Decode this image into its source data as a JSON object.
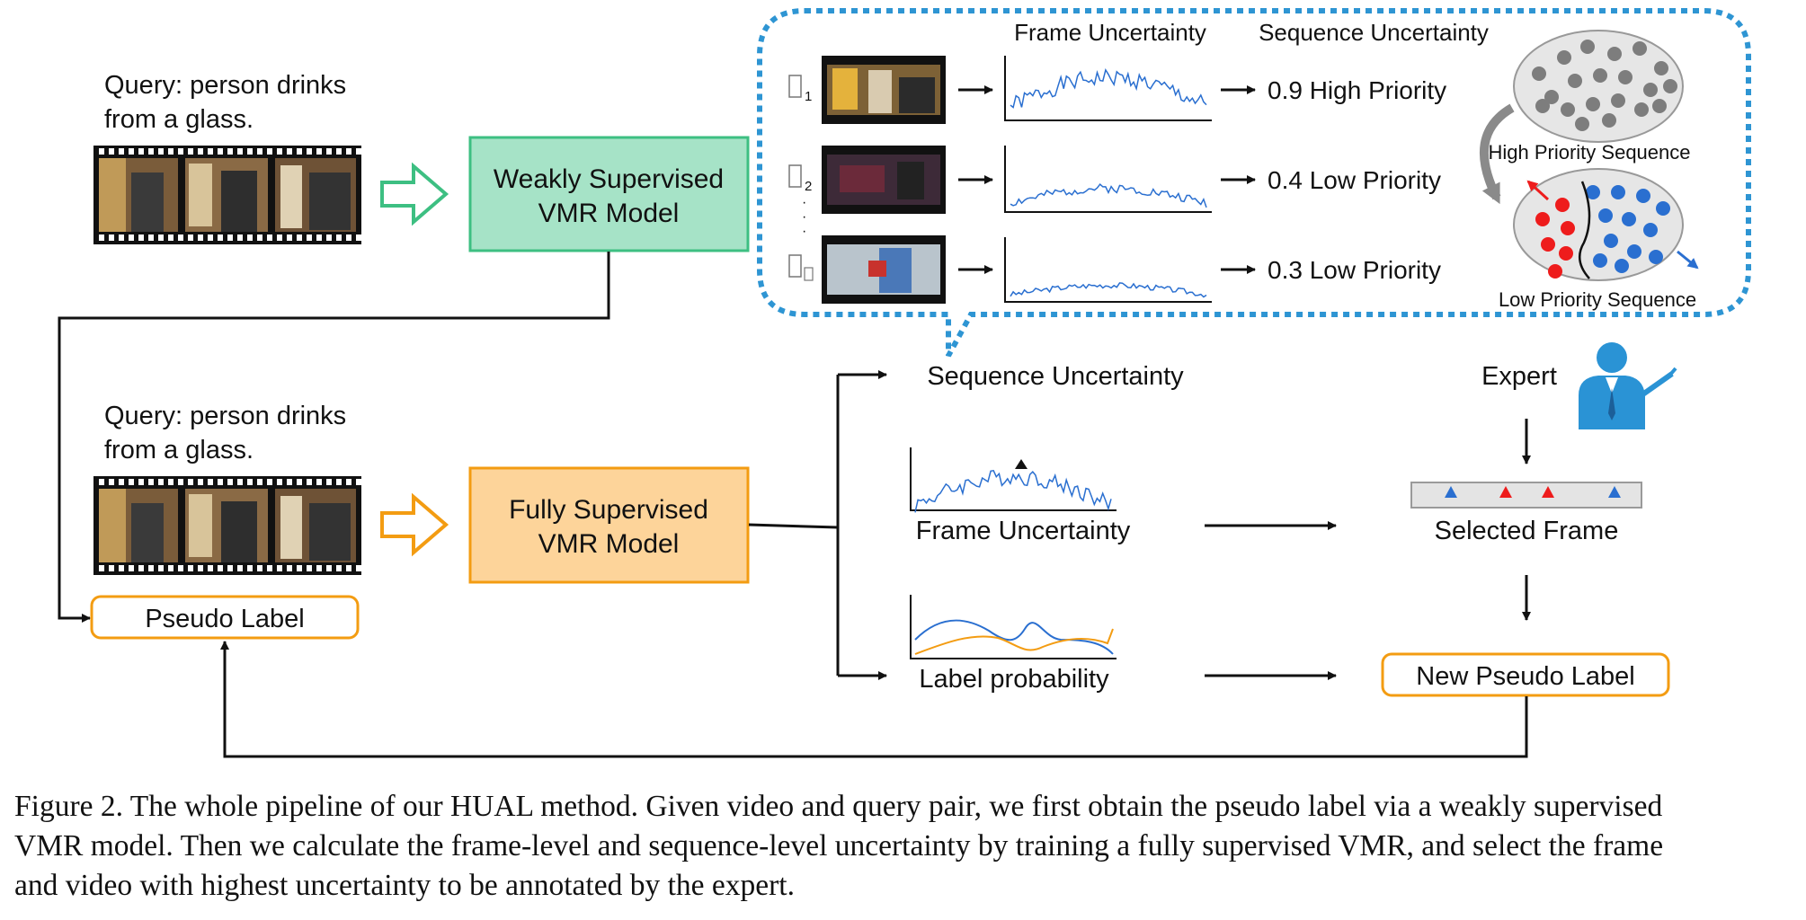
{
  "query_top": {
    "line1": "Query:  person drinks",
    "line2": "from a glass."
  },
  "query_bottom": {
    "line1": "Query:  person drinks",
    "line2": "from a glass."
  },
  "weak_model": {
    "line1": "Weakly Supervised",
    "line2": "VMR Model"
  },
  "full_model": {
    "line1": "Fully Supervised",
    "line2": "VMR Model"
  },
  "pseudo_label": "Pseudo Label",
  "inset": {
    "col_frame": "Frame Uncertainty",
    "col_sequence": "Sequence Uncertainty",
    "rows": [
      {
        "score": "0.9 High Priority",
        "color": "#ee1c1c"
      },
      {
        "score": "0.4 Low Priority",
        "color": "#2a6fd0"
      },
      {
        "score": "0.3 Low Priority",
        "color": "#2a6fd0"
      }
    ],
    "high_label": "High Priority Sequence",
    "low_label": "Low Priority Sequence"
  },
  "outputs": {
    "sequence": "Sequence Uncertainty",
    "frame": "Frame Uncertainty",
    "label_prob": "Label probability"
  },
  "expert": "Expert",
  "selected_frame": "Selected Frame",
  "new_pseudo_label": "New Pseudo Label",
  "colors": {
    "green_fill": "#a6e3c7",
    "green_border": "#3dbf82",
    "orange_fill": "#fdd49a",
    "orange_border": "#f39c12",
    "blue": "#2a6fd0",
    "red": "#ee1c1c",
    "dotted": "#2e95d3",
    "expert_blue": "#2a93d5"
  },
  "caption": {
    "line1": "Figure 2. The whole pipeline of our HUAL method. Given video and query pair, we first obtain the pseudo label via a weakly supervised",
    "line2": "VMR model. Then we calculate the frame-level and sequence-level uncertainty by training a fully supervised VMR, and select the frame",
    "line3": "and video with highest uncertainty to be annotated by the expert."
  }
}
